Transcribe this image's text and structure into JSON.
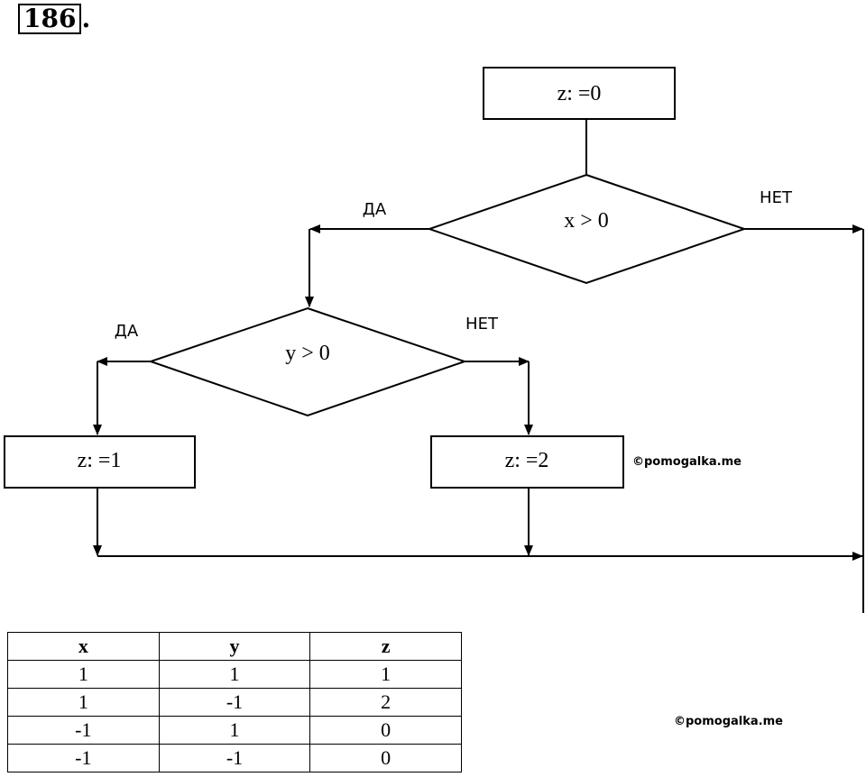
{
  "problem": {
    "number": "186",
    "suffix": "."
  },
  "flowchart": {
    "start_box": "z: =0",
    "cond_x": "x > 0",
    "cond_y": "y > 0",
    "box_left": "z: =1",
    "box_right": "z: =2",
    "yes_label": "ДА",
    "no_label": "НЕТ"
  },
  "watermark": "©pomogalka.me",
  "table": {
    "headers": [
      "x",
      "y",
      "z"
    ],
    "rows": [
      [
        "1",
        "1",
        "1"
      ],
      [
        "1",
        "-1",
        "2"
      ],
      [
        "-1",
        "1",
        "0"
      ],
      [
        "-1",
        "-1",
        "0"
      ]
    ]
  }
}
